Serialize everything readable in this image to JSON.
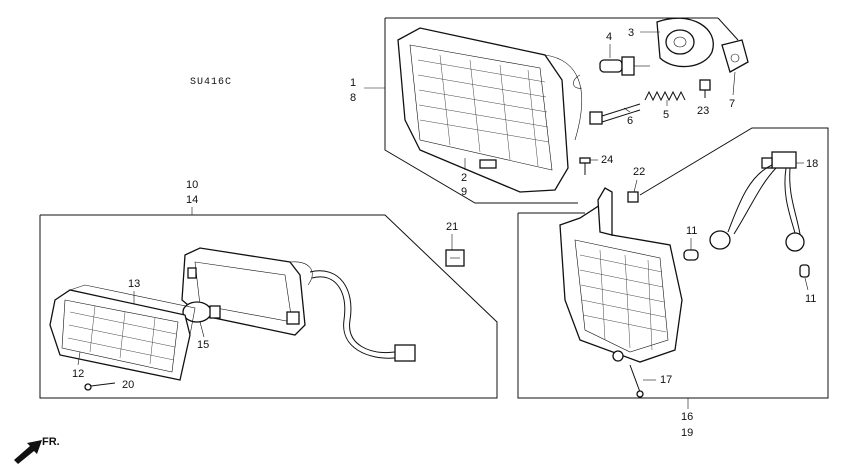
{
  "diagram_code": "SU416C",
  "direction_label": "FR.",
  "callouts": {
    "c1": "1",
    "c8": "8",
    "c2": "2",
    "c9": "9",
    "c3": "3",
    "c4": "4",
    "c5": "5",
    "c6": "6",
    "c7": "7",
    "c23": "23",
    "c24": "24",
    "c22": "22",
    "c18": "18",
    "c11a": "11",
    "c11b": "11",
    "c10": "10",
    "c14": "14",
    "c21": "21",
    "c13": "13",
    "c15": "15",
    "c12": "12",
    "c20": "20",
    "c17": "17",
    "c16": "16",
    "c19": "19"
  }
}
